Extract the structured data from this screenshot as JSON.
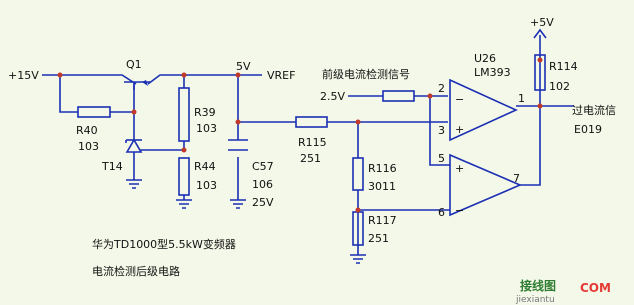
{
  "labels": {
    "v15": "+15V",
    "q1": "Q1",
    "v5": "5V",
    "vref": "VREF",
    "v5top": "+5V",
    "u26": "U26",
    "lm393": "LM393",
    "pre_signal": "前级电流检测信号",
    "v25": "2.5V",
    "pin2": "2",
    "pin3": "3",
    "pin1": "1",
    "pin5": "5",
    "pin6": "6",
    "pin7": "7",
    "r114": "R114",
    "r114v": "102",
    "overcurrent": "过电流信",
    "e019": "E019",
    "r40": "R40",
    "r40v": "103",
    "r39": "R39",
    "r39v": "103",
    "r44": "R44",
    "r44v": "103",
    "t14": "T14",
    "c57": "C57",
    "c57v1": "106",
    "c57v2": "25V",
    "r115": "R115",
    "r115v": "251",
    "r116": "R116",
    "r116v": "3011",
    "r117": "R117",
    "r117v": "251",
    "title1": "华为TD1000型5.5kW变频器",
    "title2": "电流检测后级电路"
  },
  "watermark": {
    "brand": "接线图",
    "domain": "COM",
    "sub": "jiexiantu"
  },
  "colors": {
    "wire": "#1a2fb4",
    "node": "#c0392b",
    "background": "#f4f8e8",
    "text": "#111111"
  }
}
